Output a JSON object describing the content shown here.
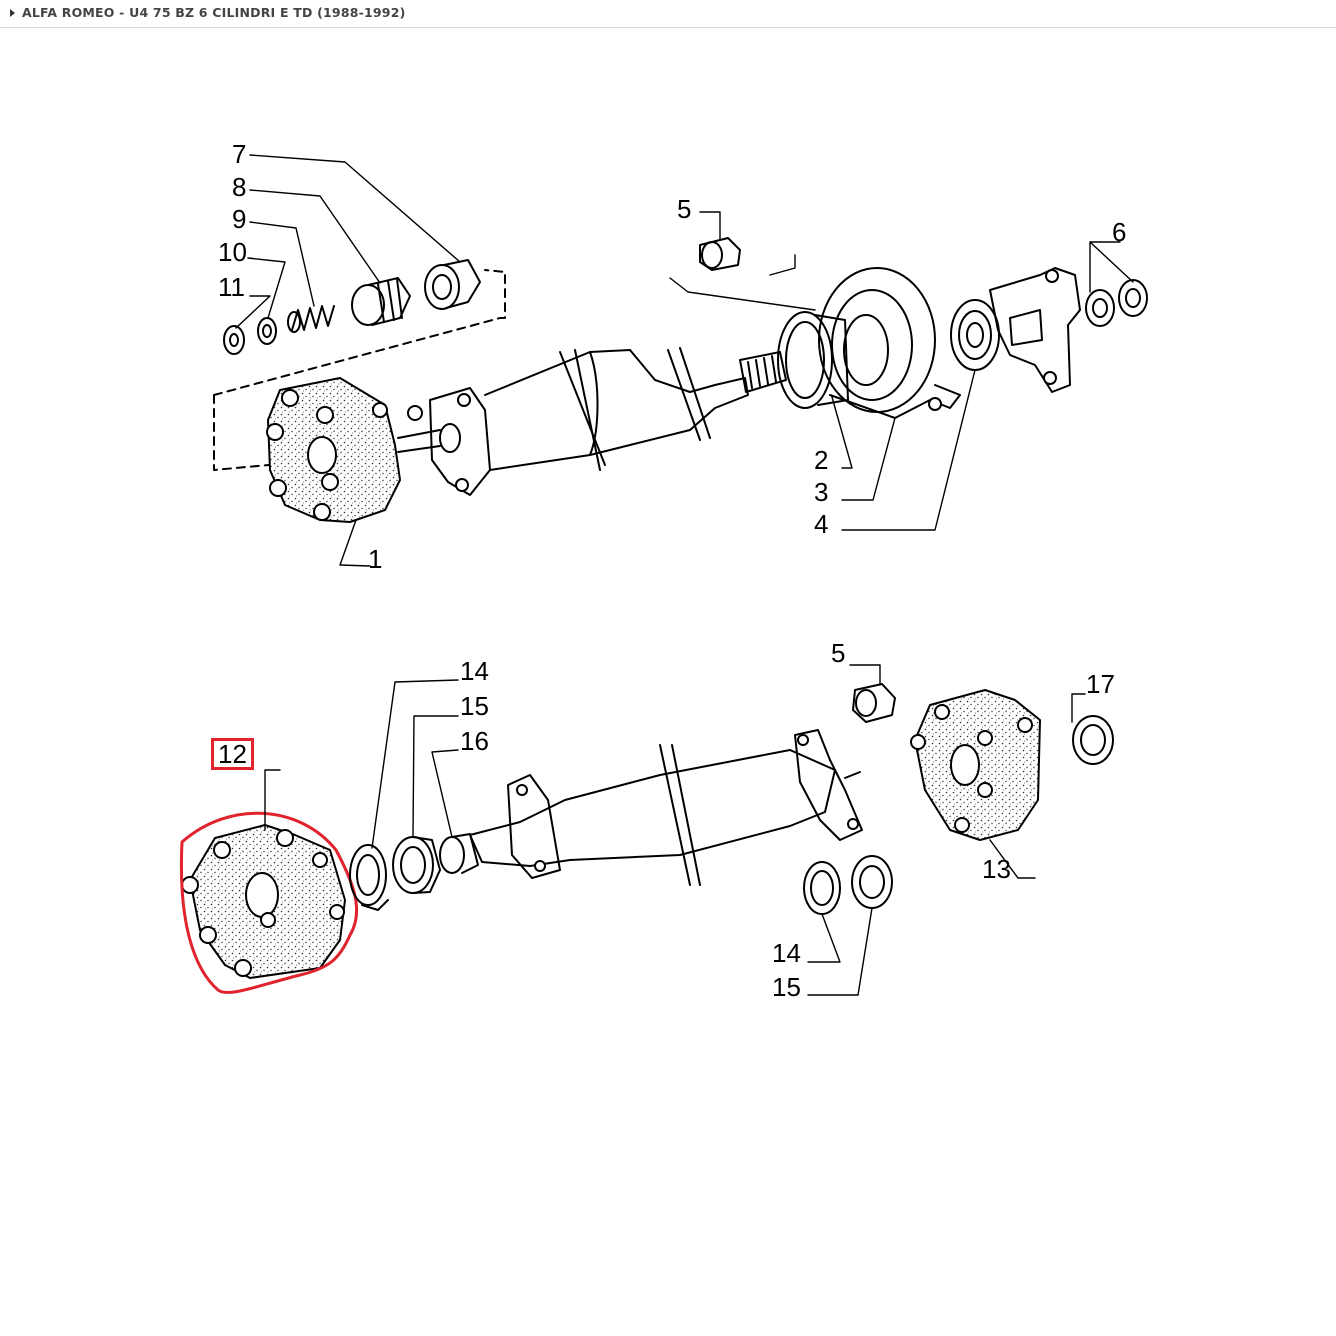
{
  "header": {
    "title": "ALFA ROMEO - U4 75 BZ 6 CILINDRI E TD (1988-1992)"
  },
  "callouts": {
    "c1": "1",
    "c2": "2",
    "c3": "3",
    "c4": "4",
    "c5a": "5",
    "c6": "6",
    "c7": "7",
    "c8": "8",
    "c9": "9",
    "c10": "10",
    "c11": "11",
    "c12": "12",
    "c13": "13",
    "c14a": "14",
    "c15a": "15",
    "c16": "16",
    "c5b": "5",
    "c17": "17",
    "c14b": "14",
    "c15b": "15"
  },
  "selected_part": "12",
  "colors": {
    "highlight": "#e0232d",
    "line": "#000000"
  }
}
